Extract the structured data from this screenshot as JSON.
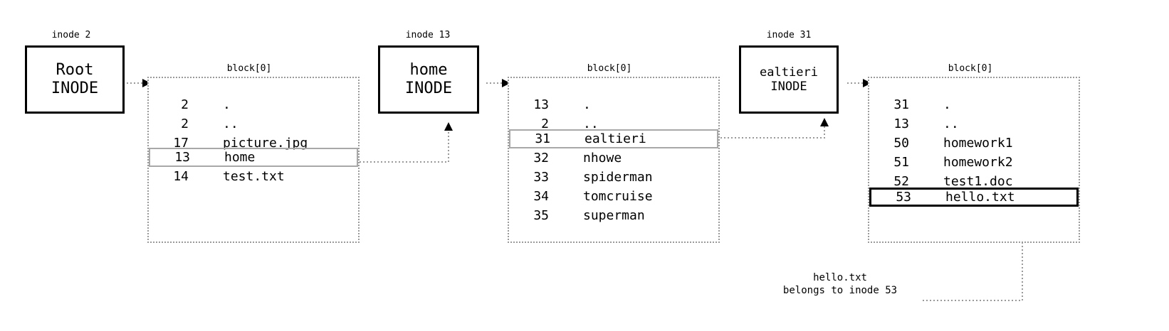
{
  "inodes": [
    {
      "label": "inode 2",
      "name": "Root",
      "sub": "INODE"
    },
    {
      "label": "inode 13",
      "name": "home",
      "sub": "INODE"
    },
    {
      "label": "inode 31",
      "name": "ealtieri",
      "sub": "INODE"
    }
  ],
  "blocks": [
    {
      "label": "block[0]",
      "entries": [
        {
          "num": "2",
          "name": "."
        },
        {
          "num": "2",
          "name": ".."
        },
        {
          "num": "17",
          "name": "picture.jpg"
        },
        {
          "num": "13",
          "name": "home"
        },
        {
          "num": "14",
          "name": "test.txt"
        }
      ]
    },
    {
      "label": "block[0]",
      "entries": [
        {
          "num": "13",
          "name": "."
        },
        {
          "num": "2",
          "name": ".."
        },
        {
          "num": "31",
          "name": "ealtieri"
        },
        {
          "num": "32",
          "name": "nhowe"
        },
        {
          "num": "33",
          "name": "spiderman"
        },
        {
          "num": "34",
          "name": "tomcruise"
        },
        {
          "num": "35",
          "name": "superman"
        }
      ]
    },
    {
      "label": "block[0]",
      "entries": [
        {
          "num": "31",
          "name": "."
        },
        {
          "num": "13",
          "name": ".."
        },
        {
          "num": "50",
          "name": "homework1"
        },
        {
          "num": "51",
          "name": "homework2"
        },
        {
          "num": "52",
          "name": "test1.doc"
        },
        {
          "num": "53",
          "name": "hello.txt"
        }
      ]
    }
  ],
  "note": {
    "line1": "hello.txt",
    "line2": "belongs to inode 53"
  }
}
